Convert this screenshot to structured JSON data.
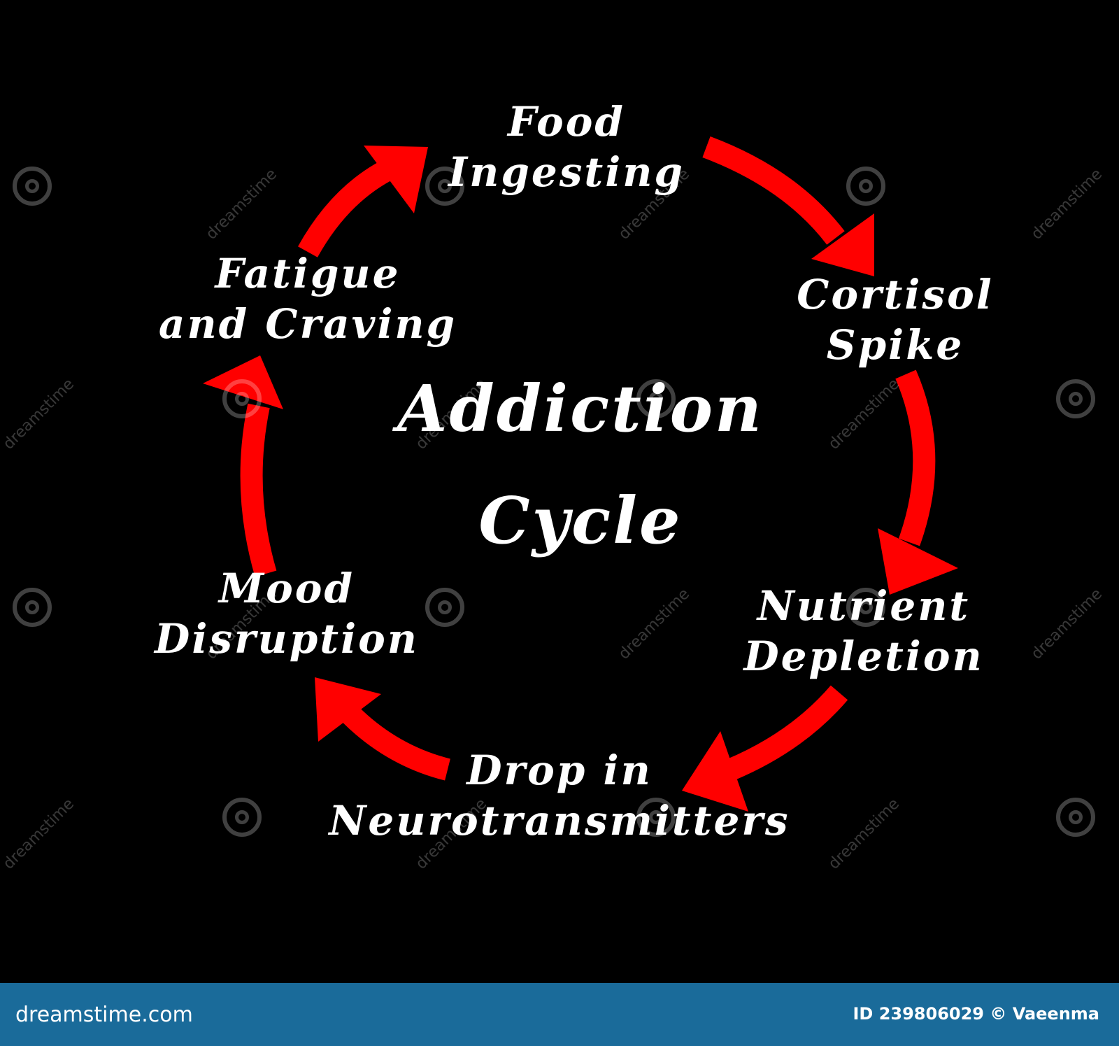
{
  "title_line1": "Addiction",
  "title_line2": "Cycle",
  "stages": [
    {
      "line1": "Food",
      "line2": "Ingesting"
    },
    {
      "line1": "Cortisol",
      "line2": "Spike"
    },
    {
      "line1": "Nutrient",
      "line2": "Depletion"
    },
    {
      "line1": "Drop in",
      "line2": "Neurotransmitters"
    },
    {
      "line1": "Mood",
      "line2": "Disruption"
    },
    {
      "line1": "Fatigue",
      "line2": "and Craving"
    }
  ],
  "watermark": "dreamstime",
  "footer": {
    "brand": "dreamstime.com",
    "credit": "ID 239806029 © Vaeenma"
  },
  "colors": {
    "background": "#000000",
    "arrow": "#ff0000",
    "text": "#ffffff",
    "footer": "#1a6b9a"
  }
}
